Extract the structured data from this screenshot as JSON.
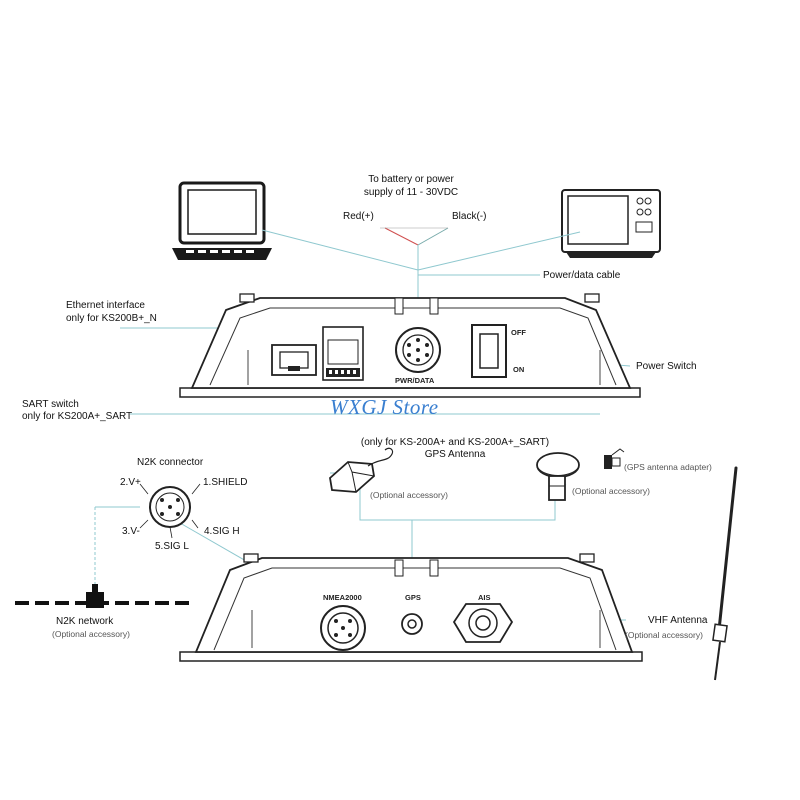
{
  "watermark": "WXGJ Store",
  "power": {
    "line1": "To battery or power",
    "line2": "supply of 11 - 30VDC",
    "red": "Red(+)",
    "black": "Black(-)"
  },
  "callouts": {
    "power_data_cable": "Power/data cable",
    "ethernet_line1": "Ethernet interface",
    "ethernet_line2": "only for KS200B+_N",
    "power_switch": "Power Switch",
    "sart_line1": "SART switch",
    "sart_line2": "only for KS200A+_SART"
  },
  "top_unit": {
    "pwr_data": "PWR/DATA",
    "off": "OFF",
    "on": "ON"
  },
  "gps": {
    "line1": "(only for KS-200A+ and KS-200A+_SART)",
    "line2": "GPS Antenna",
    "optional_left": "(Optional accessory)",
    "optional_right": "(Optional accessory)",
    "adapter": "(GPS antenna adapter)"
  },
  "n2k": {
    "title": "N2K connector",
    "pins": [
      "2.V+",
      "1.SHIELD",
      "3.V-",
      "4.SIG H",
      "5.SIG L"
    ],
    "network": "N2K network",
    "network_optional": "(Optional accessory)"
  },
  "bottom_unit": {
    "nmea": "NMEA2000",
    "gps": "GPS",
    "ais": "AIS"
  },
  "vhf": {
    "label": "VHF Antenna",
    "optional": "(Optional accessory)"
  }
}
